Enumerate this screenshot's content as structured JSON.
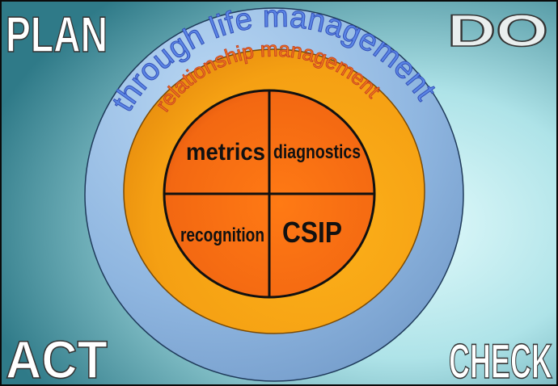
{
  "corners": {
    "plan": "PLAN",
    "do": "DO",
    "act": "ACT",
    "check": "CHECK"
  },
  "rings": {
    "outer_label": "through life management",
    "middle_label": "relationship management"
  },
  "quadrants": {
    "top_left": "metrics",
    "top_right": "diagnostics",
    "bottom_left": "recognition",
    "bottom_right": "CSIP"
  },
  "colors": {
    "background_light": "#e4fbfc",
    "background_dark": "#2f7a88",
    "outer_ring": "#8fb6e0",
    "outer_ring_text": "#4a6fd8",
    "middle_ring": "#f5a013",
    "middle_ring_text": "#d7502a",
    "inner_circle": "#f36812",
    "corner_text_fill": "#ffffff"
  }
}
